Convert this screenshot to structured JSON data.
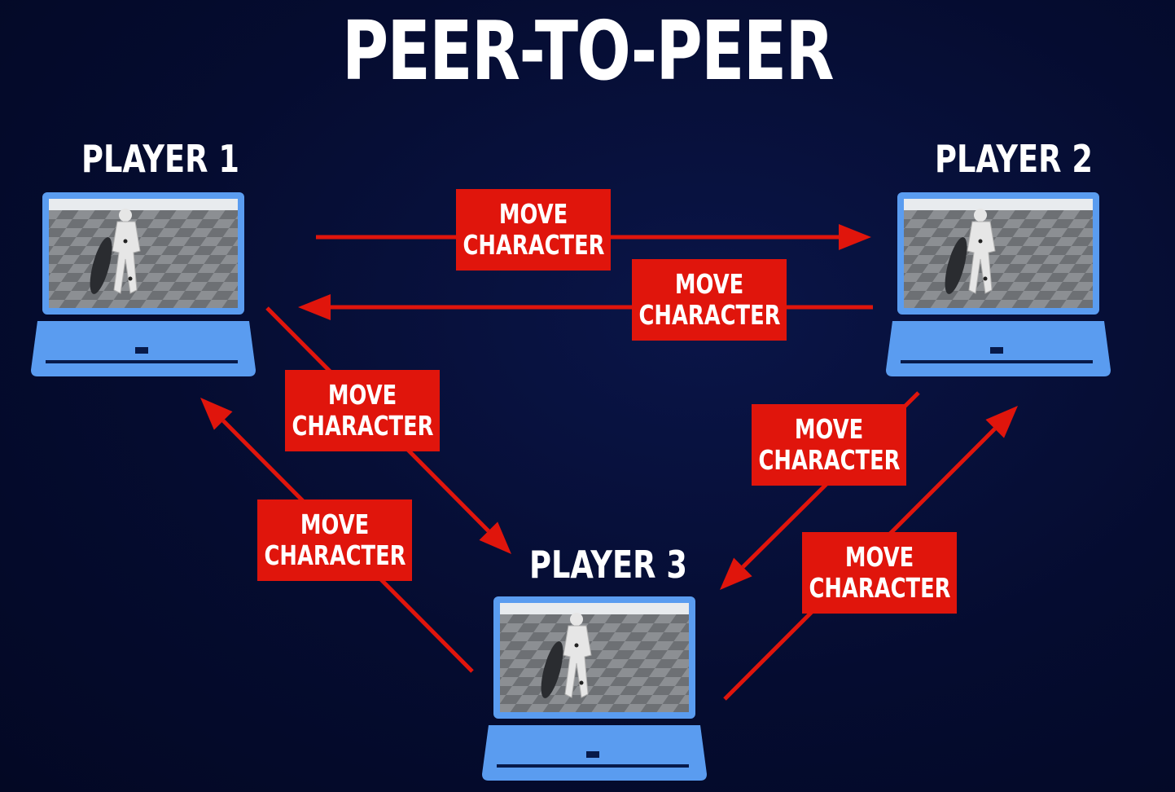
{
  "title": "PEER-TO-PEER",
  "players": [
    {
      "id": "p1",
      "label": "PLAYER 1"
    },
    {
      "id": "p2",
      "label": "PLAYER 2"
    },
    {
      "id": "p3",
      "label": "PLAYER 3"
    }
  ],
  "messages": [
    {
      "id": "m1",
      "from": "PLAYER 1",
      "to": "PLAYER 2",
      "line1": "MOVE",
      "line2": "CHARACTER"
    },
    {
      "id": "m2",
      "from": "PLAYER 2",
      "to": "PLAYER 1",
      "line1": "MOVE",
      "line2": "CHARACTER"
    },
    {
      "id": "m3",
      "from": "PLAYER 1",
      "to": "PLAYER 3",
      "line1": "MOVE",
      "line2": "CHARACTER"
    },
    {
      "id": "m4",
      "from": "PLAYER 3",
      "to": "PLAYER 1",
      "line1": "MOVE",
      "line2": "CHARACTER"
    },
    {
      "id": "m5",
      "from": "PLAYER 2",
      "to": "PLAYER 3",
      "line1": "MOVE",
      "line2": "CHARACTER"
    },
    {
      "id": "m6",
      "from": "PLAYER 3",
      "to": "PLAYER 2",
      "line1": "MOVE",
      "line2": "CHARACTER"
    }
  ],
  "colors": {
    "background": "#050c30",
    "arrow": "#e0150c",
    "laptop": "#5a9cf0",
    "text": "#ffffff"
  },
  "icons": {
    "device": "laptop-icon",
    "character": "mannequin-character-icon"
  }
}
